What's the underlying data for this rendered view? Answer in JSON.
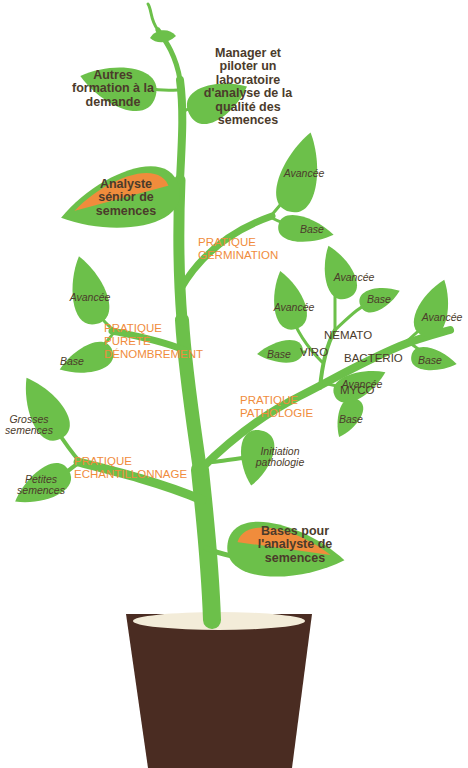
{
  "diagram": {
    "nodes": [
      {
        "text": [
          "Autres formation à la demande"
        ]
      },
      {
        "text": [
          "Manager et piloter un laboratoire d'analyse de la qualité des semences"
        ]
      },
      {
        "text": [
          "Analyste sénior de semences"
        ]
      },
      {
        "text": [
          "Avancée"
        ]
      },
      {
        "text": [
          "Base"
        ]
      },
      {
        "text": [
          "Avancée"
        ]
      },
      {
        "text": [
          "Base"
        ]
      },
      {
        "text": [
          "Avancée"
        ]
      },
      {
        "text": [
          "Base"
        ]
      },
      {
        "text": [
          "Avancée"
        ]
      },
      {
        "text": [
          "Base"
        ]
      },
      {
        "text": [
          "Avancée"
        ]
      },
      {
        "text": [
          "Base"
        ]
      },
      {
        "text": [
          "Avancée"
        ]
      },
      {
        "text": [
          "Base"
        ]
      },
      {
        "text": [
          "Grosses semences"
        ]
      },
      {
        "text": [
          "Initiation pathologie"
        ]
      },
      {
        "text": [
          "Petites semences"
        ]
      },
      {
        "text": [
          "Bases pour l'analyste de semences"
        ]
      }
    ],
    "labels": [
      "PRATIQUE GERMINATION",
      "PRATIQUE PURETÉ DÉNOMBREMENT",
      "NEMATO",
      "VIRO",
      "BACTERIO",
      "MYCO",
      "PRATIQUE PATHOLOGIE",
      "PRATIQUE ECHANTILLONNAGE"
    ]
  }
}
